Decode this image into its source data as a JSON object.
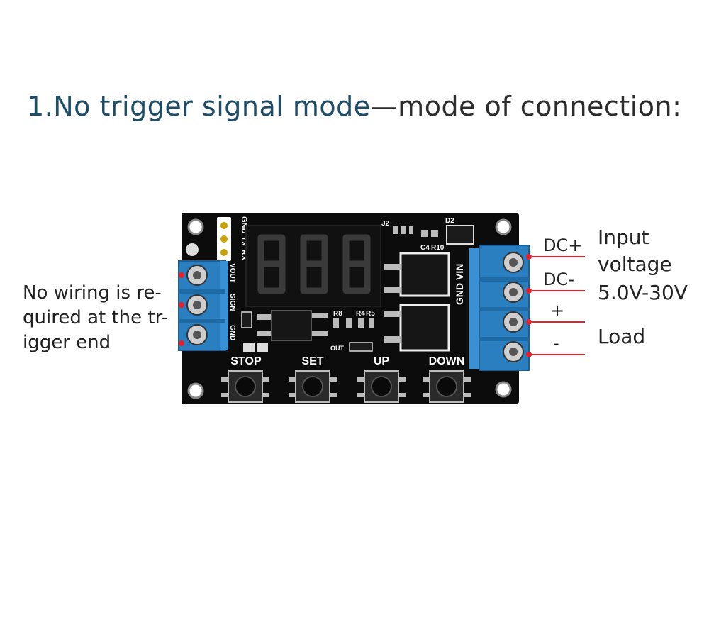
{
  "title": {
    "part1": "1.No trigger signal mode",
    "part2": "—mode of connection:",
    "color_primary": "#1e4d67",
    "color_secondary": "#2c2c2c"
  },
  "left_note": {
    "lines": [
      "No wiring is re-",
      "quired at the tr-",
      "igger end"
    ]
  },
  "right_labels": {
    "dc_plus": "DC+",
    "dc_minus": "DC-",
    "plus": "+",
    "minus": "-",
    "input_voltage_line1": "Input",
    "input_voltage_line2": "voltage",
    "input_voltage_line3": "5.0V-30V",
    "load": "Load"
  },
  "board": {
    "buttons": [
      "STOP",
      "SET",
      "UP",
      "DOWN"
    ],
    "left_terminal_labels": [
      "VOUT",
      "SIGN",
      "GND"
    ],
    "header_labels": [
      "GND",
      "TX",
      "RX"
    ],
    "right_terminal_label": "GND VIN",
    "silk": {
      "j2": "J2",
      "d2": "D2",
      "c4": "C4",
      "r10": "R10",
      "r8": "R8",
      "r4": "R4",
      "r5": "R5",
      "out": "OUT"
    },
    "colors": {
      "pcb": "#0c0c0c",
      "terminal": "#2a7fc1",
      "wire": "#e8202a",
      "display_segment": "#3a3a3a"
    }
  }
}
